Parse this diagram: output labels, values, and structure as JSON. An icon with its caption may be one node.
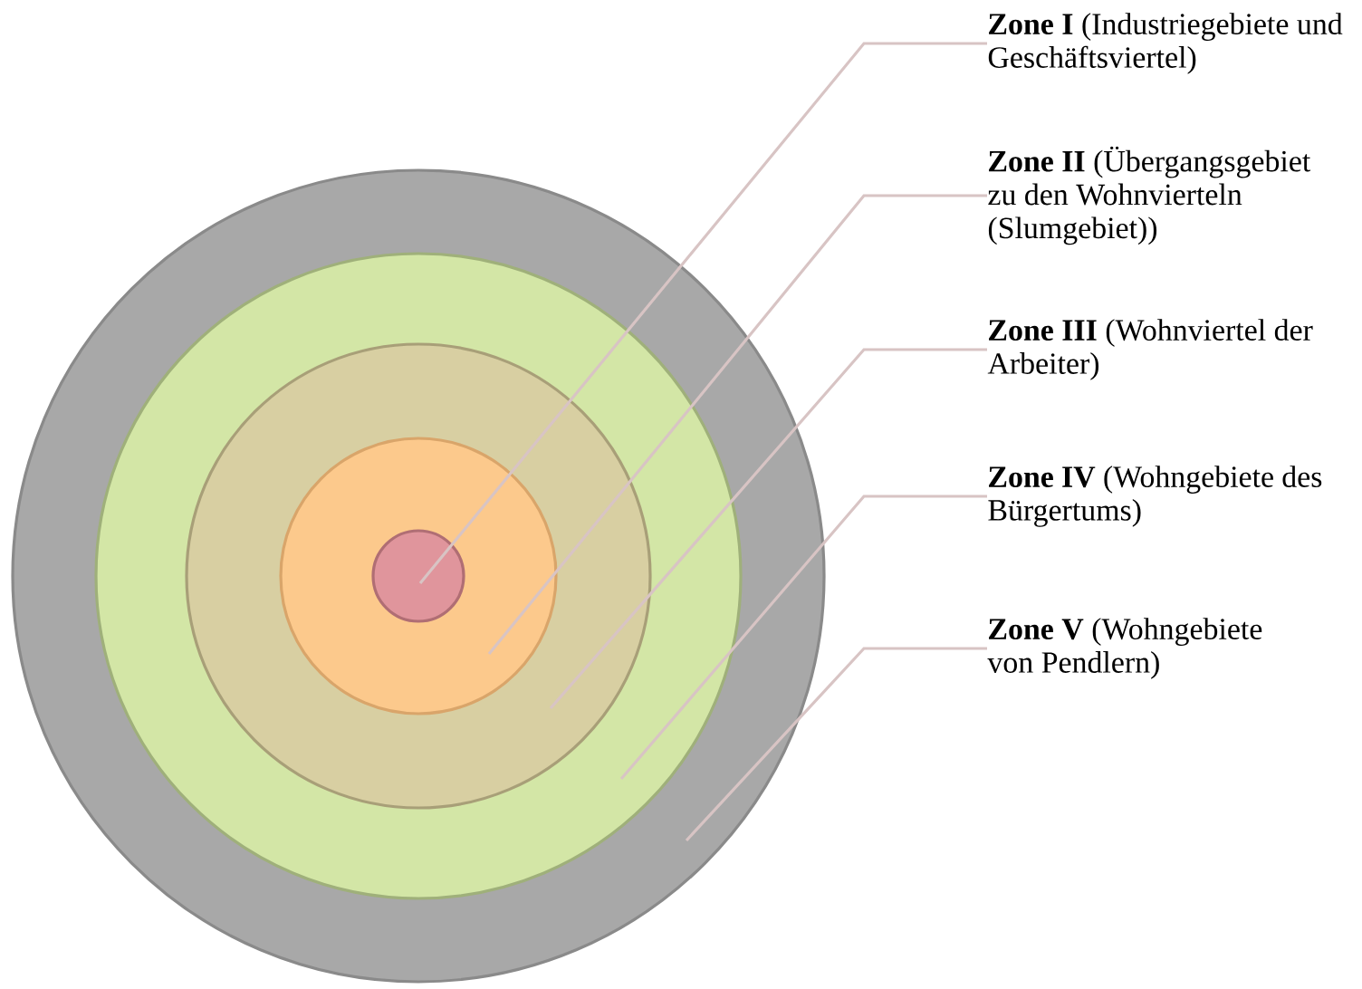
{
  "diagram": {
    "nodes": [
      {
        "text": [],
        "shape": "circle"
      },
      {
        "text": [],
        "shape": "circle",
        "in": 0
      },
      {
        "text": [],
        "shape": "circle",
        "in": 1
      },
      {
        "text": [],
        "shape": "circle",
        "in": 2
      },
      {
        "text": [],
        "shape": "circle",
        "in": 3
      },
      {
        "text": [
          "**Zone I** (Industriegebiete und Geschäftsviertel)"
        ]
      },
      {
        "text": [
          "**Zone II** (Übergangsgebiet zu den Wohnvierteln (Slumgebiet))"
        ]
      },
      {
        "text": [
          "**Zone III** (Wohnviertel der Arbeiter)"
        ]
      },
      {
        "text": [
          "**Zone IV** (Wohngebiete des Bürgertums)"
        ]
      },
      {
        "text": [
          "**Zone V** (Wohngebiete von Pendlern)"
        ]
      }
    ],
    "edges": [
      {
        "from": 5,
        "to": 4,
        "arrow": "none"
      },
      {
        "from": 6,
        "to": 3,
        "arrow": "none"
      },
      {
        "from": 7,
        "to": 2,
        "arrow": "none"
      },
      {
        "from": 8,
        "to": 1,
        "arrow": "none"
      },
      {
        "from": 9,
        "to": 0,
        "arrow": "none"
      }
    ]
  }
}
